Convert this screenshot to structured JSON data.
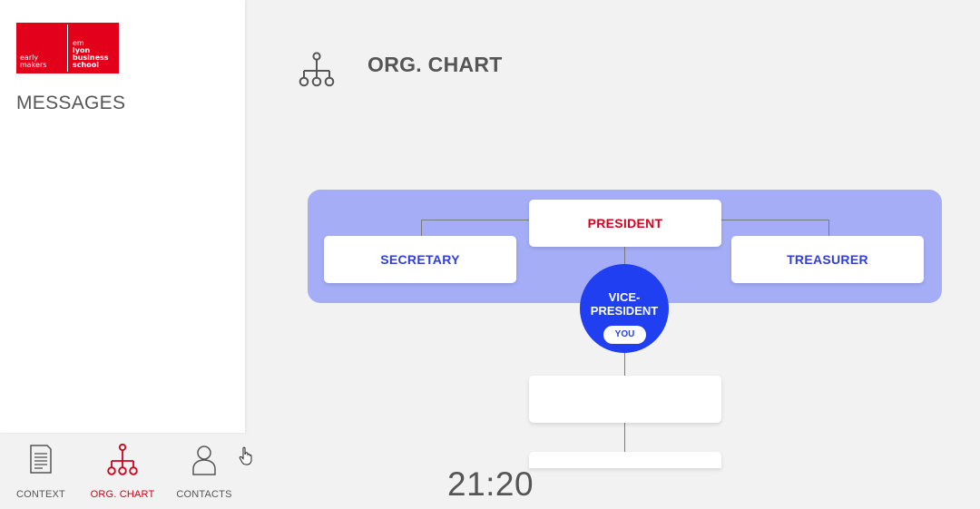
{
  "logo": {
    "left_lines": [
      "early",
      "makers"
    ],
    "right_lines": [
      "em",
      "lyon",
      "business",
      "school"
    ]
  },
  "sidebar": {
    "title": "MESSAGES"
  },
  "bottom_nav": {
    "items": [
      {
        "label": "CONTEXT",
        "icon": "document-icon",
        "active": false
      },
      {
        "label": "ORG. CHART",
        "icon": "org-chart-icon",
        "active": true
      },
      {
        "label": "CONTACTS",
        "icon": "person-icon",
        "active": false
      }
    ]
  },
  "header": {
    "title": "ORG. CHART",
    "icon": "org-chart-icon"
  },
  "org_chart": {
    "president": "PRESIDENT",
    "secretary": "SECRETARY",
    "treasurer": "TREASURER",
    "vice_president": "VICE-\nPRESIDENT",
    "you_badge": "YOU",
    "subordinate_1": "",
    "subordinate_2": ""
  },
  "clock": "21:20",
  "colors": {
    "brand_red": "#e2001a",
    "active_red": "#d0021b",
    "band_lavender": "#a5adf7",
    "vp_blue": "#1f3ff0",
    "label_blue": "#2f3fd8",
    "background": "#f2f2f2"
  }
}
